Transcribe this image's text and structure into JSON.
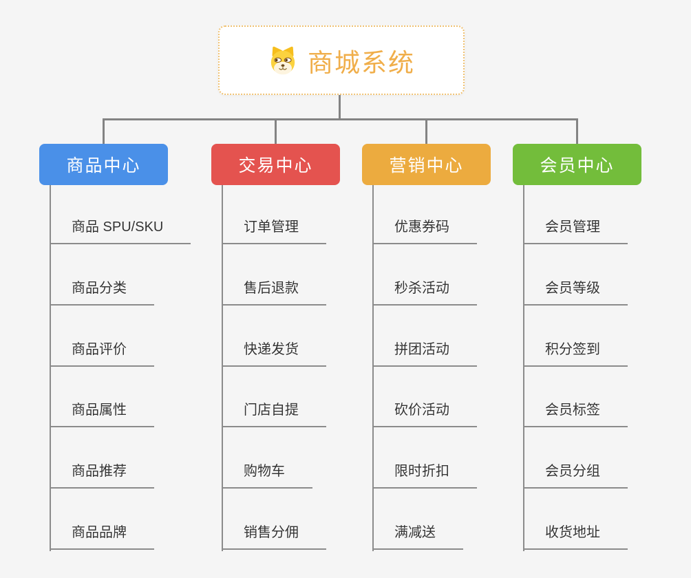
{
  "root": {
    "title": "商城系统",
    "icon": "dog-face-icon",
    "accent_color": "#F0AE4A",
    "border_color": "#F0C171"
  },
  "branches": [
    {
      "label": "商品中心",
      "color": "#4A90E8",
      "children": [
        "商品 SPU/SKU",
        "商品分类",
        "商品评价",
        "商品属性",
        "商品推荐",
        "商品品牌"
      ]
    },
    {
      "label": "交易中心",
      "color": "#E4534F",
      "children": [
        "订单管理",
        "售后退款",
        "快递发货",
        "门店自提",
        "购物车",
        "销售分佣"
      ]
    },
    {
      "label": "营销中心",
      "color": "#ECAB3F",
      "children": [
        "优惠券码",
        "秒杀活动",
        "拼团活动",
        "砍价活动",
        "限时折扣",
        "满减送"
      ]
    },
    {
      "label": "会员中心",
      "color": "#73BD3B",
      "children": [
        "会员管理",
        "会员等级",
        "积分签到",
        "会员标签",
        "会员分组",
        "收货地址"
      ]
    }
  ],
  "colors": {
    "background": "#F5F5F5",
    "connector_line": "#838383",
    "leaf_line": "#8B8B8B",
    "leaf_text": "#333333"
  }
}
